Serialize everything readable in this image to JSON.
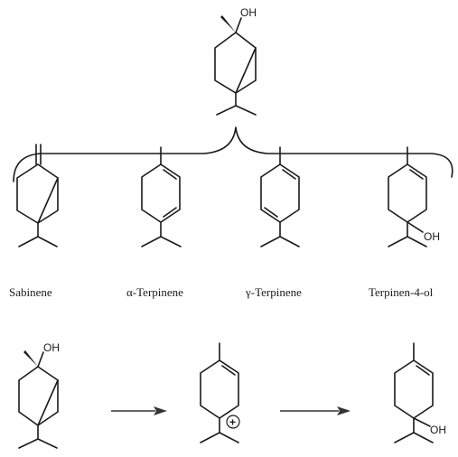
{
  "atoms": {
    "hydroxyl": "OH",
    "cation_charge": "+"
  },
  "products": [
    {
      "name": "Sabinene"
    },
    {
      "name": "α-Terpinene"
    },
    {
      "name": "γ-Terpinene"
    },
    {
      "name": "Terpinen-4-ol"
    }
  ],
  "colors": {
    "ink": "#1a1a1a",
    "arrow": "#333333",
    "background": "#ffffff"
  }
}
